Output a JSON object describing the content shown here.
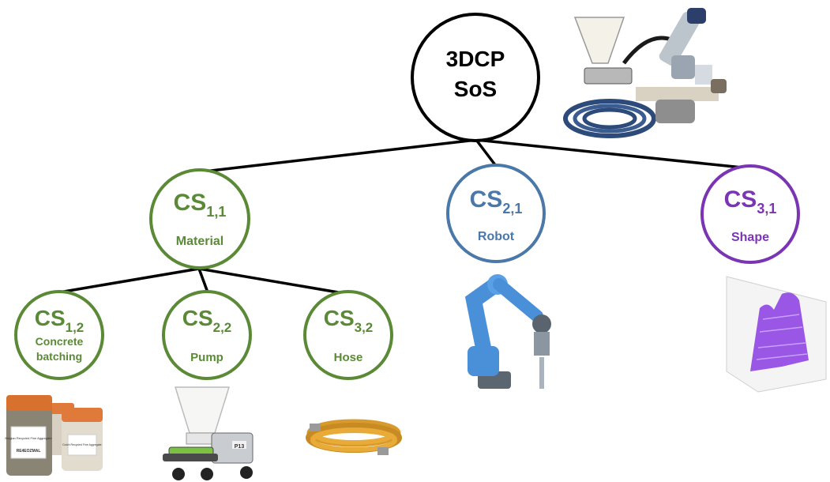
{
  "root": {
    "line1": "3DCP",
    "line2": "SoS",
    "color": "#000000"
  },
  "level1": [
    {
      "id": "cs11",
      "base": "CS",
      "sub": "1,1",
      "label": "Material",
      "color": "#5a8a35"
    },
    {
      "id": "cs21",
      "base": "CS",
      "sub": "2,1",
      "label": "Robot",
      "color": "#4a78a8"
    },
    {
      "id": "cs31",
      "base": "CS",
      "sub": "3,1",
      "label": "Shape",
      "color": "#7a35b5"
    }
  ],
  "level2": [
    {
      "id": "cs12",
      "base": "CS",
      "sub": "1,2",
      "label_line1": "Concrete",
      "label_line2": "batching",
      "color": "#5a8a35"
    },
    {
      "id": "cs22",
      "base": "CS",
      "sub": "2,2",
      "label_line1": "Pump",
      "label_line2": "",
      "color": "#5a8a35"
    },
    {
      "id": "cs32",
      "base": "CS",
      "sub": "3,2",
      "label_line1": "Hose",
      "label_line2": "",
      "color": "#5a8a35"
    }
  ],
  "images": {
    "jar_labels": [
      "Belgian Recycled Fine Aggregate",
      "Dutch Recycled Fine Aggregate"
    ],
    "jar_brand": "RE4EOZMAL",
    "pump_badge": "P13"
  }
}
